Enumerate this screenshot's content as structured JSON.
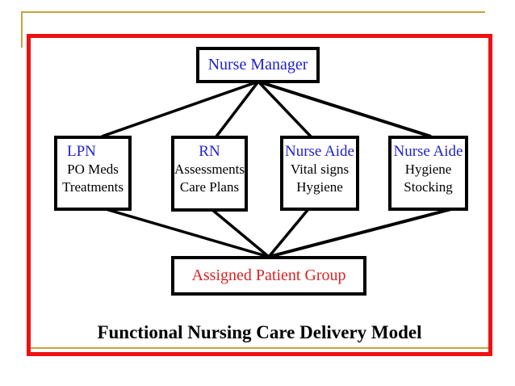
{
  "slide": {
    "caption": "Functional Nursing Care Delivery Model",
    "colors": {
      "node_title_blue": "#2222CC",
      "patient_group_red": "#DD2222",
      "frame_red": "#EE1111",
      "accent_gold": "#C8A23C",
      "connector_black": "#000000"
    }
  },
  "diagram": {
    "top_node": {
      "label": "Nurse Manager"
    },
    "middle_nodes": [
      {
        "title": "LPN",
        "line1": "PO Meds",
        "line2": "Treatments"
      },
      {
        "title": "RN",
        "line1": "Assessments",
        "line2": "Care Plans"
      },
      {
        "title": "Nurse Aide",
        "line1": "Vital signs",
        "line2": "Hygiene"
      },
      {
        "title": "Nurse Aide",
        "line1": "Hygiene",
        "line2": "Stocking"
      }
    ],
    "bottom_node": {
      "label": "Assigned Patient Group"
    }
  }
}
